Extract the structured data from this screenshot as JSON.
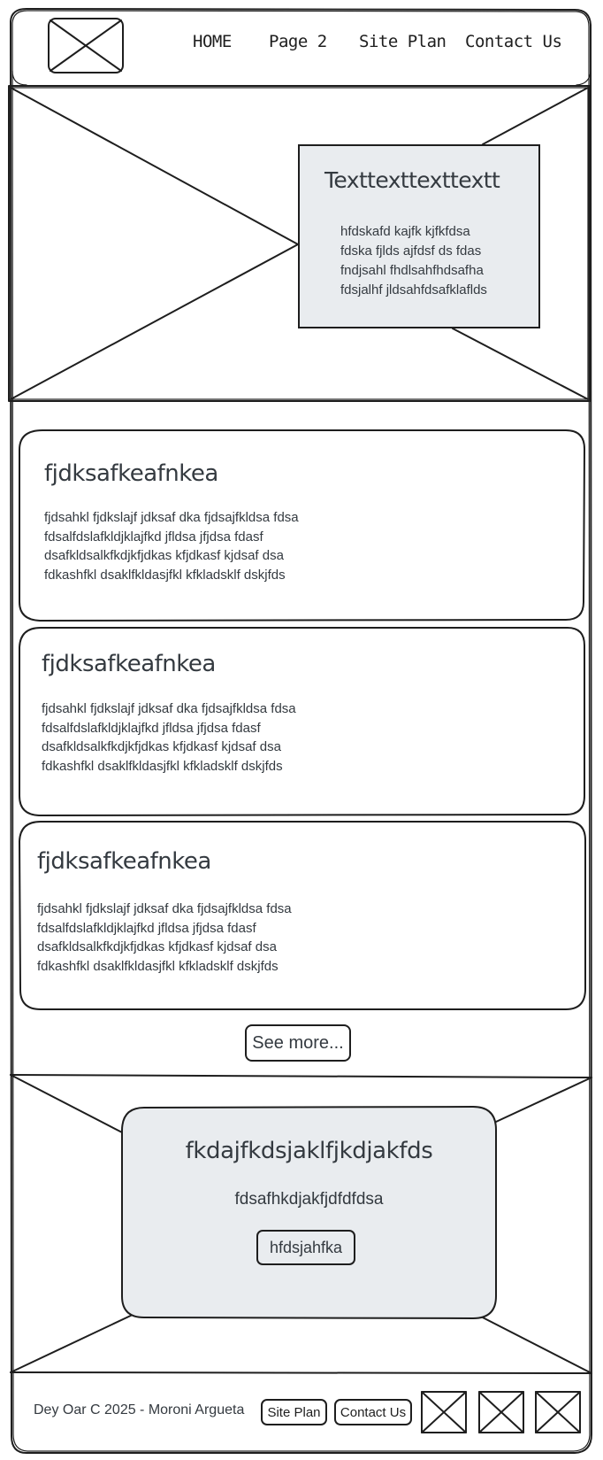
{
  "header": {
    "nav": [
      {
        "label": "HOME"
      },
      {
        "label": "Page 2"
      },
      {
        "label": "Site Plan"
      },
      {
        "label": "Contact Us"
      }
    ]
  },
  "hero": {
    "title": "Texttexttexttextt",
    "body": "hfdskafd kajfk kjfkfdsa\nfdska fjlds ajfdsf ds fdas\nfndjsahl fhdlsahfhdsafha\nfdsjalhf jldsahfdsafklaflds"
  },
  "cards": [
    {
      "title": "fjdksafkeafnkea",
      "body": "fjdsahkl fjdkslajf jdksaf dka fjdsajfkldsa fdsa\nfdsalfdslafkldjklajfkd jfldsa jfjdsa fdasf\ndsafkldsalkfkdjkfjdkas kfjdkasf kjdsaf dsa\nfdkashfkl dsaklfkldasjfkl kfkladsklf dskjfds"
    },
    {
      "title": "fjdksafkeafnkea",
      "body": "fjdsahkl fjdkslajf jdksaf dka fjdsajfkldsa fdsa\nfdsalfdslafkldjklajfkd jfldsa jfjdsa fdasf\ndsafkldsalkfkdjkfjdkas kfjdkasf kjdsaf dsa\nfdkashfkl dsaklfkldasjfkl kfkladsklf dskjfds"
    },
    {
      "title": "fjdksafkeafnkea",
      "body": "fjdsahkl fjdkslajf jdksaf dka fjdsajfkldsa fdsa\nfdsalfdslafkldjklajfkd jfldsa jfjdsa fdasf\ndsafkldsalkfkdjkfjdkas kfjdkasf kjdsaf dsa\nfdkashfkl dsaklfkldasjfkl kfkladsklf dskjfds"
    }
  ],
  "see_more_label": "See more...",
  "cta": {
    "title": "fkdajfkdsjaklfjkdjakfds",
    "subtitle": "fdsafhkdjakfjdfdfdsa",
    "button_label": "hfdsjahfka"
  },
  "footer": {
    "copyright": "Dey Oar C 2025 - Moroni Argueta",
    "links": [
      {
        "label": "Site Plan"
      },
      {
        "label": "Contact Us"
      }
    ],
    "icons": [
      "image-placeholder-icon",
      "image-placeholder-icon",
      "image-placeholder-icon"
    ]
  },
  "colors": {
    "stroke": "#1e1e1e",
    "card_fill": "#e9ecef",
    "text": "#343a40",
    "background": "#ffffff"
  }
}
